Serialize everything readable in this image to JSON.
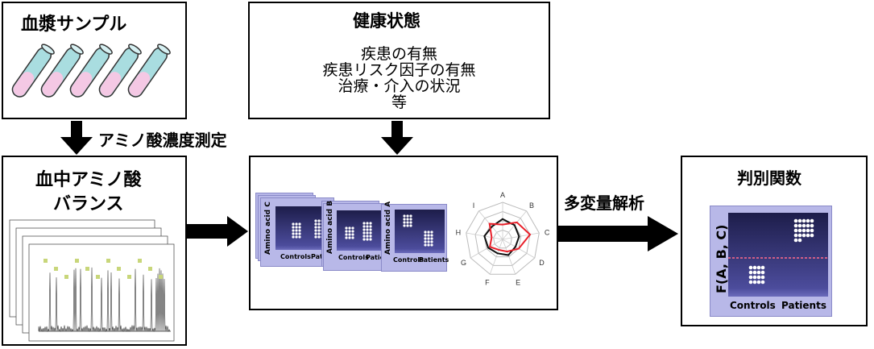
{
  "plasma": {
    "title": "血漿サンプル",
    "tube_count": 5
  },
  "measurement": {
    "label": "アミノ酸濃度測定"
  },
  "balance": {
    "title_line1": "血中アミノ酸",
    "title_line2": "バランス",
    "chromatogram_layers": 4
  },
  "health": {
    "title": "健康状態",
    "items": [
      "疾患の有無",
      "疾患リスク因子の有無",
      "治療・介入の状況",
      "等"
    ]
  },
  "center": {
    "panels": [
      {
        "axis_label": "Amino acid C",
        "letter": "C",
        "controls": "Controls",
        "patients": "Patie"
      },
      {
        "axis_label": "Amino acid B",
        "letter": "B",
        "controls": "Controls",
        "patients": "Patie"
      },
      {
        "axis_label": "Amino acid A",
        "letter": "A",
        "controls": "Controls",
        "patients": "Patients"
      }
    ],
    "radar_axes": [
      "A",
      "B",
      "C",
      "D",
      "E",
      "F",
      "G",
      "H",
      "I"
    ],
    "radar_black": [
      0.55,
      0.5,
      0.45,
      0.4,
      0.45,
      0.4,
      0.45,
      0.5,
      0.45
    ],
    "radar_red": [
      0.4,
      0.6,
      0.75,
      0.5,
      0.35,
      0.3,
      0.4,
      0.3,
      0.55
    ],
    "colors": {
      "panel": "#b8b8e8",
      "red": "#e8202a",
      "black": "#111111"
    }
  },
  "analysis": {
    "label": "多変量解析"
  },
  "discriminant": {
    "title": "判別関数",
    "ylabel": "F(A, B, C)",
    "controls": "Controls",
    "patients": "Patients"
  }
}
